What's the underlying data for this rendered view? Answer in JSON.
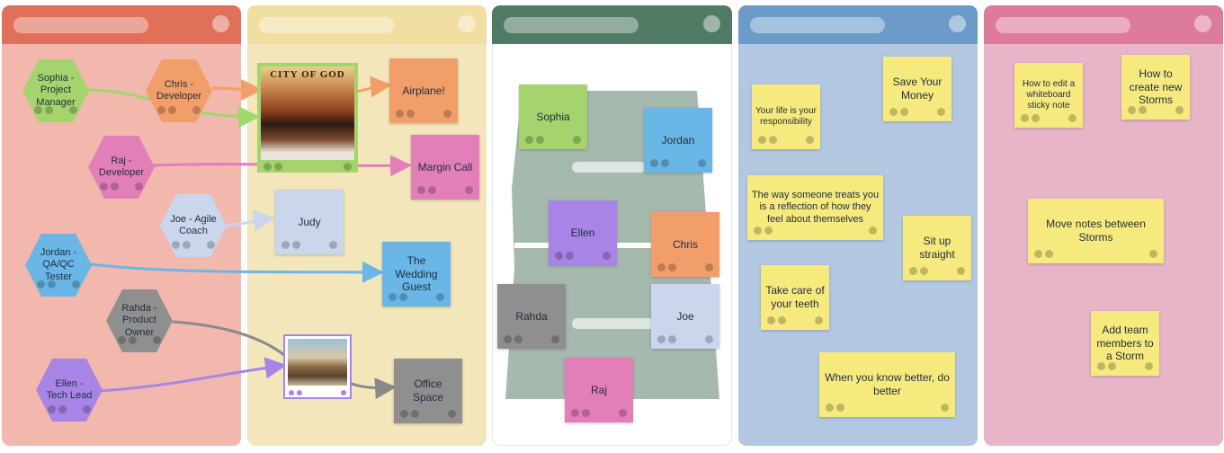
{
  "colors": {
    "board1_bg": "#f2b7ad",
    "board1_header": "#e0705a",
    "board2_bg": "#f2e6ba",
    "board2_header": "#f1dfa2",
    "board3_bg": "#ffffff",
    "board3_header": "#4f7b65",
    "board4_bg": "#b3c8e0",
    "board4_header": "#6c9bc9",
    "board5_bg": "#e8b5c8",
    "board5_header": "#dd7b9d"
  },
  "boards": [
    {
      "name": "people-board"
    },
    {
      "name": "movies-board"
    },
    {
      "name": "team-layout-board"
    },
    {
      "name": "advice-board"
    },
    {
      "name": "howto-board"
    }
  ],
  "people": {
    "sophia": "Sophia - Project Manager",
    "chris": "Chris - Developer",
    "raj": "Raj - Developer",
    "joe": "Joe - Agile Coach",
    "jordan": "Jordan - QA/QC Tester",
    "rahda": "Rahda - Product Owner",
    "ellen": "Ellen - Tech Lead"
  },
  "movies": {
    "poster_title": "CITY OF GOD",
    "airplane": "Airplane!",
    "margin_call": "Margin Call",
    "judy": "Judy",
    "wedding_guest": "The Wedding Guest",
    "office_space": "Office Space"
  },
  "layout_notes": {
    "sophia": "Sophia",
    "jordan": "Jordan",
    "ellen": "Ellen",
    "chris": "Chris",
    "rahda": "Rahda",
    "joe": "Joe",
    "raj": "Raj"
  },
  "advice_notes": {
    "responsibility": "Your life is your responsibility",
    "save_money": "Save Your Money",
    "treats": "The way someone treats you is a reflection of how they feel about themselves",
    "sit_up": "Sit up straight",
    "teeth": "Take care of your teeth",
    "know_better": "When you know better, do better"
  },
  "howto_notes": {
    "edit": "How to edit a whiteboard sticky note",
    "create": "How to create new Storms",
    "move": "Move notes between Storms",
    "add_team": "Add team members to a Storm"
  }
}
